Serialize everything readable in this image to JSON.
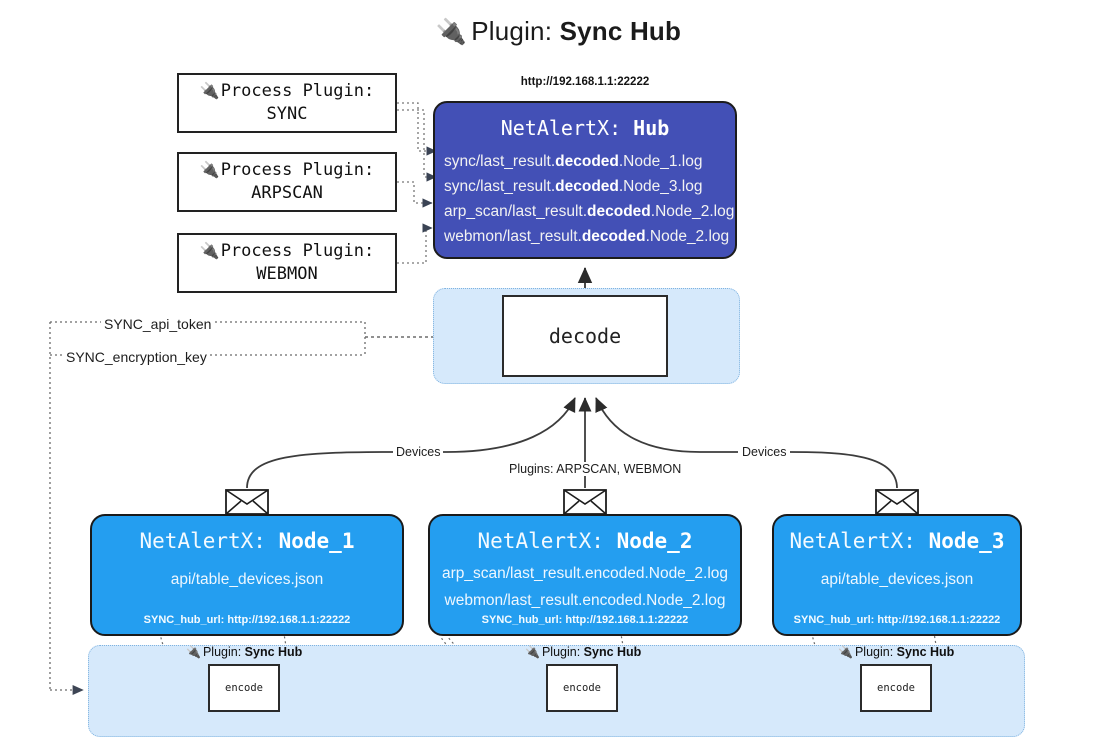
{
  "page": {
    "title_prefix": "Plugin:",
    "title_name": "Sync Hub",
    "plug_icon": "electric-plug-icon"
  },
  "colors": {
    "hub_fill": "#4350b6",
    "node_fill": "#249ef0",
    "zone_fill": "#d6e9fb",
    "zone_border": "#7fb3e0",
    "box_border": "#1a1a1a"
  },
  "process_plugins": [
    {
      "line1": "Process Plugin:",
      "line2": "SYNC"
    },
    {
      "line1": "Process Plugin:",
      "line2": "ARPSCAN"
    },
    {
      "line1": "Process Plugin:",
      "line2": "WEBMON"
    }
  ],
  "hub": {
    "url": "http://192.168.1.1:22222",
    "title_prefix": "NetAlertX:",
    "title_name": "Hub",
    "logs": [
      {
        "pre": "sync/last_result.",
        "mid": "decoded",
        "post": ".Node_1.log"
      },
      {
        "pre": "sync/last_result.",
        "mid": "decoded",
        "post": ".Node_3.log"
      },
      {
        "pre": "arp_scan/last_result.",
        "mid": "decoded",
        "post": ".Node_2.log"
      },
      {
        "pre": "webmon/last_result.",
        "mid": "decoded",
        "post": ".Node_2.log"
      }
    ]
  },
  "decode": {
    "label": "decode"
  },
  "settings": [
    {
      "label": "SYNC_api_token"
    },
    {
      "label": "SYNC_encryption_key"
    }
  ],
  "edge_labels": {
    "devices_left": "Devices",
    "devices_right": "Devices",
    "plugins_mid": "Plugins: ARPSCAN, WEBMON"
  },
  "nodes": [
    {
      "title_prefix": "NetAlertX:",
      "title_name": "Node_1",
      "files": [
        "api/table_devices.json"
      ],
      "hub_url_label": "SYNC_hub_url: http://192.168.1.1:22222",
      "plugin_caption_prefix": "Plugin:",
      "plugin_caption_name": "Sync Hub",
      "encode_label": "encode"
    },
    {
      "title_prefix": "NetAlertX:",
      "title_name": "Node_2",
      "files": [
        "arp_scan/last_result.encoded.Node_2.log",
        "webmon/last_result.encoded.Node_2.log"
      ],
      "hub_url_label": "SYNC_hub_url: http://192.168.1.1:22222",
      "plugin_caption_prefix": "Plugin:",
      "plugin_caption_name": "Sync Hub",
      "encode_label": "encode"
    },
    {
      "title_prefix": "NetAlertX:",
      "title_name": "Node_3",
      "files": [
        "api/table_devices.json"
      ],
      "hub_url_label": "SYNC_hub_url: http://192.168.1.1:22222",
      "plugin_caption_prefix": "Plugin:",
      "plugin_caption_name": "Sync Hub",
      "encode_label": "encode"
    }
  ],
  "icons": {
    "envelope": "envelope-icon"
  }
}
